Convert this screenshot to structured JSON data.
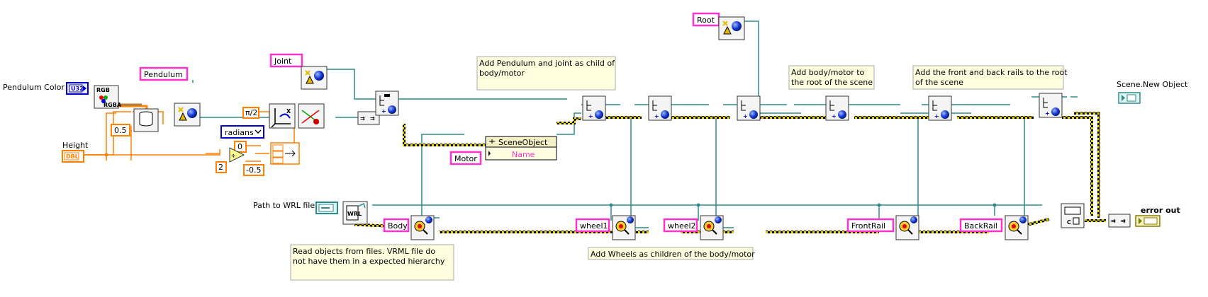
{
  "labels": {
    "pendulum_color": "Pendulum Color",
    "height": "Height",
    "path_to_wrl": "Path to WRL file",
    "scene_new_object": "Scene.New Object",
    "error_out": "error out"
  },
  "constants": {
    "pendulum": "Pendulum",
    "joint": "Joint",
    "root": "Root",
    "motor": "Motor",
    "body": "Body",
    "wheel1": "wheel1",
    "wheel2": "wheel2",
    "front_rail": "FrontRail",
    "back_rail": "BackRail",
    "c_0_5": "0.5",
    "c_0": "0",
    "c_2": "2",
    "c_neg_0_5": "-0.5",
    "pi_half": "π/2",
    "radians": "radians"
  },
  "terminals": {
    "u32": "U32",
    "dbl": "DBL",
    "rgb": "RGB",
    "rgba": "RGBA"
  },
  "property_node": {
    "class": "SceneObject",
    "property": "Name"
  },
  "comments": {
    "add_pendulum_joint": [
      "Add Pendulum and joint as child of",
      "body/motor"
    ],
    "add_body_motor": [
      "Add body/motor to",
      "the root of the scene"
    ],
    "add_front_back_rails": [
      "Add the front and back rails to the root",
      "of the scene"
    ],
    "read_objects": [
      "Read objects from files. VRML file do",
      "not have them in a expected hierarchy"
    ],
    "add_wheels": [
      "Add Wheels as children of the body/motor"
    ]
  },
  "colors": {
    "wire_numeric": "#ff7f00",
    "wire_refnum": "#2f8b8b",
    "wire_error": "#b8a000",
    "string_const": "#ff33cc",
    "comment_bg": "#ffffe0",
    "u32_blue": "#0000cc"
  }
}
